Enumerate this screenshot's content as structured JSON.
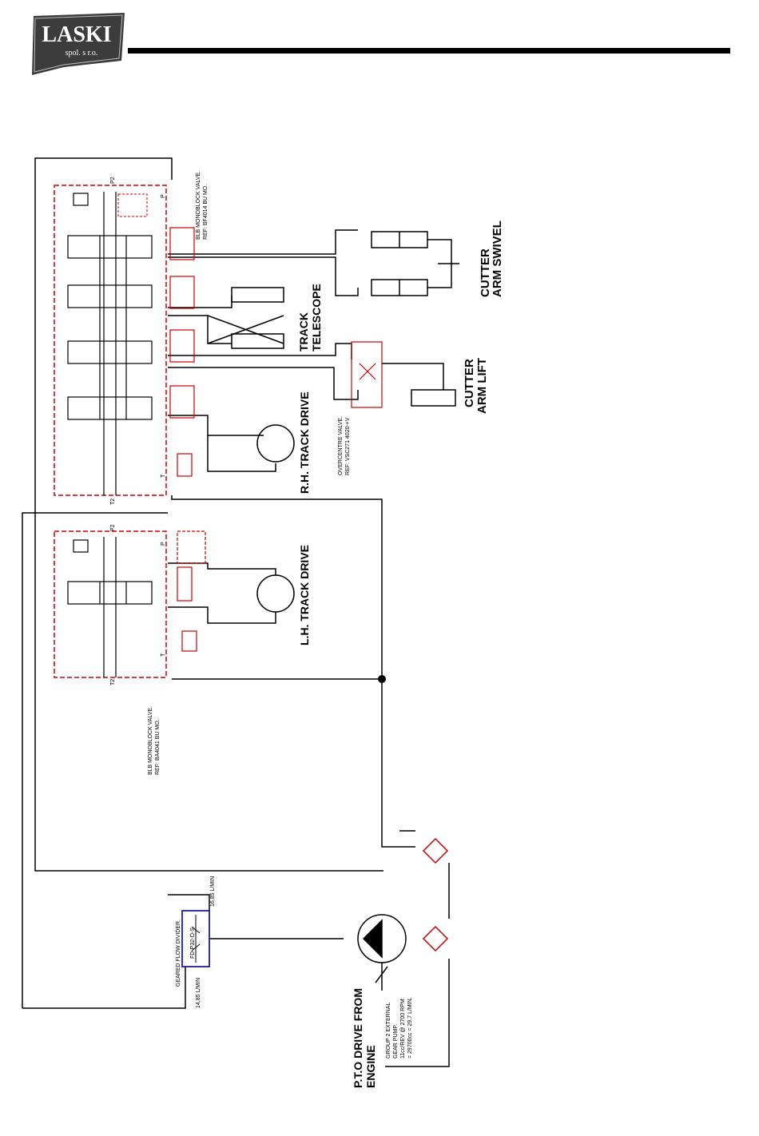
{
  "header": {
    "logo_text": "LASKI",
    "logo_subtext": "spol. s r.o."
  },
  "labels": {
    "cutter_arm_swivel_1": "CUTTER",
    "cutter_arm_swivel_2": "ARM SWIVEL",
    "track_telescope_1": "TRACK",
    "track_telescope_2": "TELESCOPE",
    "cutter_arm_lift_1": "CUTTER",
    "cutter_arm_lift_2": "ARM LIFT",
    "rh_track_drive": "R.H. TRACK DRIVE",
    "lh_track_drive": "L.H. TRACK DRIVE",
    "pto_drive_1": "P.T.O DRIVE FROM",
    "pto_drive_2": "ENGINE",
    "monoblock_top_1": "BLB MONOBLOCK VALVE.",
    "monoblock_top_2": "REF: BF4014 BU MO.",
    "monoblock_bottom_1": "BLB MONOBLOCK VALVE.",
    "monoblock_bottom_2": "REF: BA4041 BU MO.",
    "overcentre_1": "OVERCENTRE VALVE.",
    "overcentre_2": "REF: VSC271 4020-+V",
    "flow_divider_1": "GEARED FLOW DIVIDER.",
    "flow_divider_2": "FD-P32-O-S",
    "flow_left": "14,85 L/MIN",
    "flow_right": "16,85 L/MIN",
    "pump_1": "GROUP 2 EXTERNAL",
    "pump_2": "GEAR PUMP.",
    "pump_3": "11cc/REV @ 2700 RPM",
    "pump_4": "= 29700cc = 29,7 L/MIN.",
    "port_p2_top": "P2",
    "port_t2_top": "T2",
    "port_p_top": "P",
    "port_t_top": "T",
    "port_p2_bottom": "P2",
    "port_t2_bottom": "T2",
    "port_p_bottom": "P",
    "port_t_bottom": "T"
  },
  "colors": {
    "line": "#000000",
    "valve_boundary": "#cc0000",
    "flow_divider_box": "#1a1acc"
  }
}
